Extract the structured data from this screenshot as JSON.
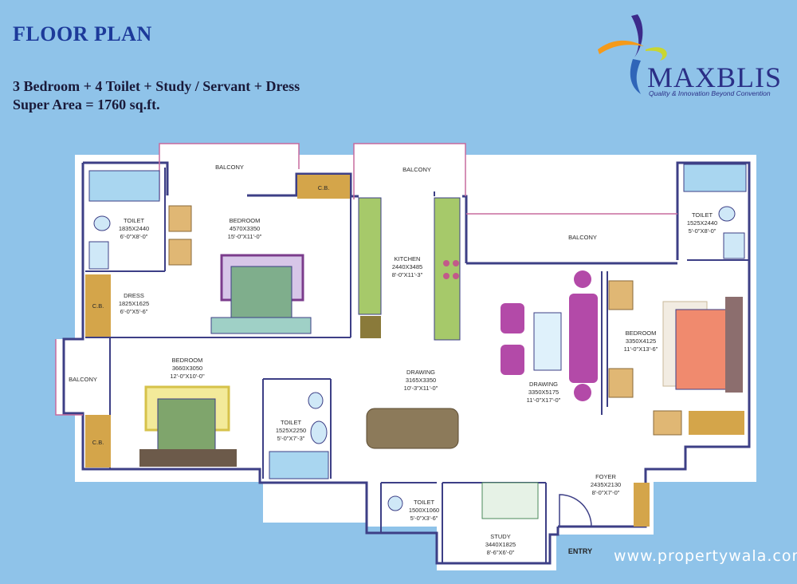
{
  "header": {
    "title": "FLOOR PLAN",
    "config": "3 Bedroom +  4 Toilet + Study / Servant + Dress",
    "area": "Super Area = 1760 sq.ft."
  },
  "logo": {
    "name": "MAXBLIS",
    "tagline": "Quality & Innovation Beyond Convention"
  },
  "watermark": "www.propertywala.com",
  "rooms": {
    "balcony_top_left": "BALCONY",
    "balcony_top_mid": "BALCONY",
    "balcony_right": "BALCONY",
    "balcony_left": "BALCONY",
    "cb_top": "C.B.",
    "cb_left1": "C.B.",
    "cb_left2": "C.B.",
    "toilet1": {
      "name": "TOILET",
      "dim1": "1835X2440",
      "dim2": "6'-0\"X8'-0\""
    },
    "bedroom1": {
      "name": "BEDROOM",
      "dim1": "4570X3350",
      "dim2": "15'-0\"X11'-0\""
    },
    "kitchen": {
      "name": "KITCHEN",
      "dim1": "2440X3485",
      "dim2": "8'-0\"X11'-3\""
    },
    "toilet_right": {
      "name": "TOILET",
      "dim1": "1525X2440",
      "dim2": "5'-0\"X8'-0\""
    },
    "dress": {
      "name": "DRESS",
      "dim1": "1825X1625",
      "dim2": "6'-0\"X5'-6\""
    },
    "bedroom_right": {
      "name": "BEDROOM",
      "dim1": "3350X4125",
      "dim2": "11'-0\"X13'-6\""
    },
    "bedroom2": {
      "name": "BEDROOM",
      "dim1": "3660X3050",
      "dim2": "12'-0\"X10'-0\""
    },
    "drawing1": {
      "name": "DRAWING",
      "dim1": "3165X3350",
      "dim2": "10'-3\"X11'-0\""
    },
    "drawing2": {
      "name": "DRAWING",
      "dim1": "3350X5175",
      "dim2": "11'-0\"X17'-0\""
    },
    "toilet2": {
      "name": "TOILET",
      "dim1": "1525X2250",
      "dim2": "5'-0\"X7'-3\""
    },
    "foyer": {
      "name": "FOYER",
      "dim1": "2435X2130",
      "dim2": "8'-0\"X7'-0\""
    },
    "toilet3": {
      "name": "TOILET",
      "dim1": "1500X1060",
      "dim2": "5'-0\"X3'-6\""
    },
    "study": {
      "name": "STUDY",
      "dim1": "3440X1825",
      "dim2": "8'-6\"X6'-0\""
    },
    "entry": "ENTRY"
  },
  "colors": {
    "background": "#8fc3e9",
    "wall": "#3d3f86",
    "floor": "#ffffff",
    "title": "#1d3a9a"
  }
}
